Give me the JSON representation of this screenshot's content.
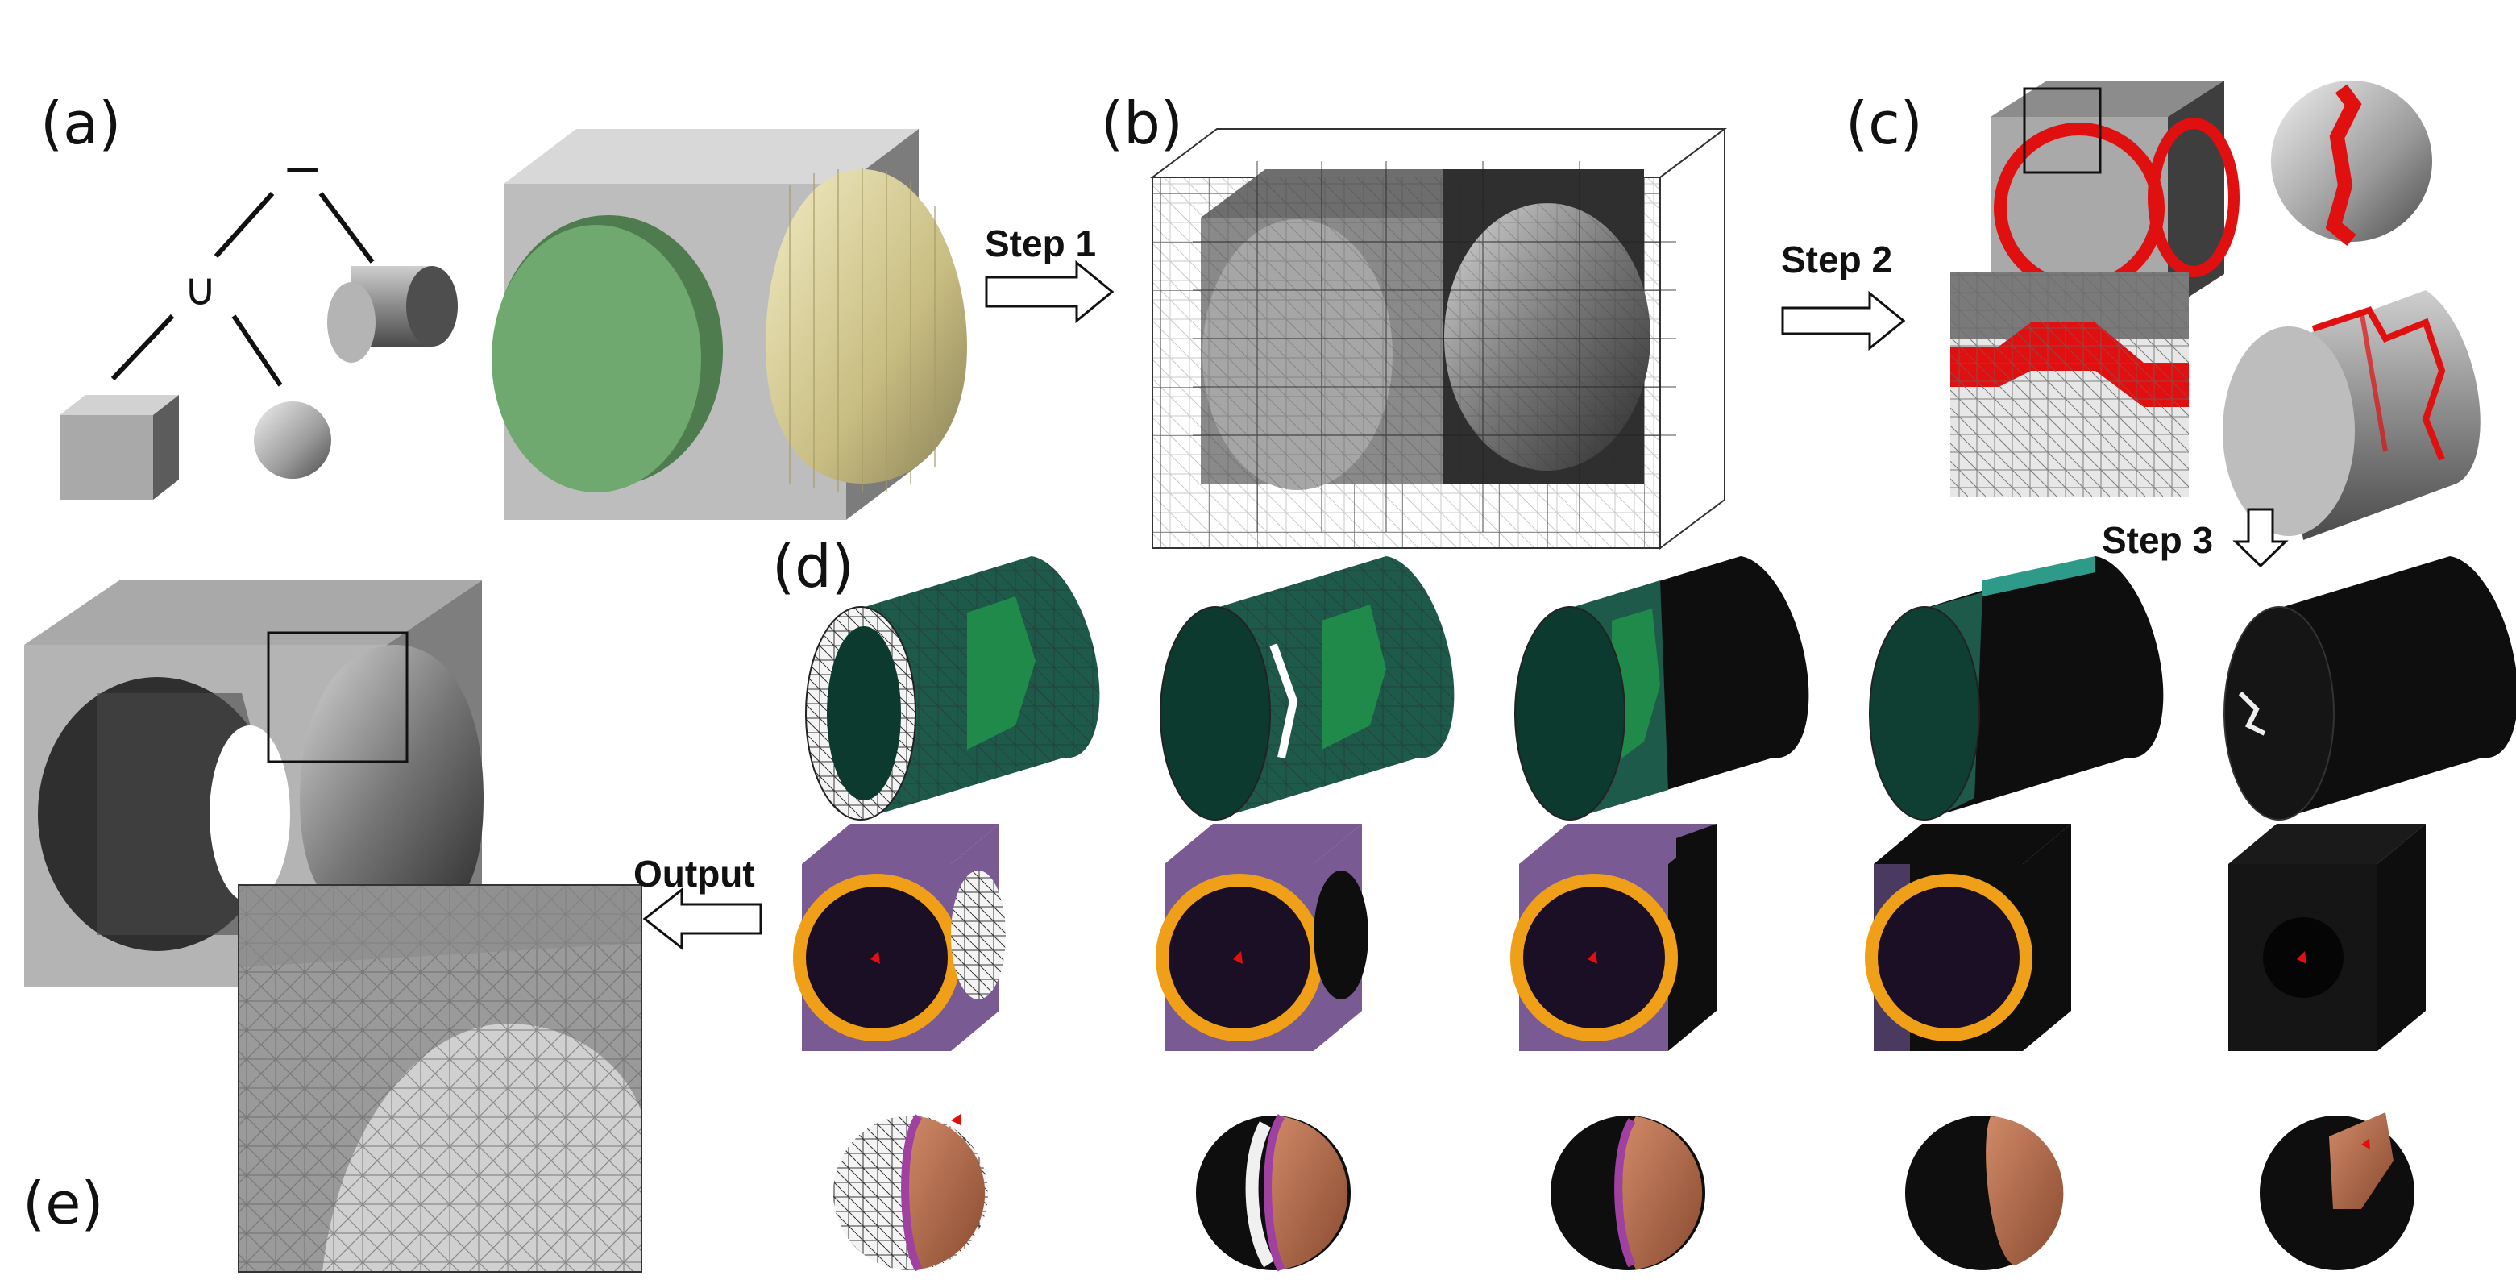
{
  "labels": {
    "a": "(a)",
    "b": "(b)",
    "c": "(c)",
    "d": "(d)",
    "e": "(e)"
  },
  "steps": {
    "step1": "Step 1",
    "step2": "Step 2",
    "step3": "Step 3",
    "output": "Output"
  },
  "csg": {
    "difference": "−",
    "union": "∪"
  },
  "colors": {
    "gray_light": "#bdbdbd",
    "gray_mid": "#8e8e8e",
    "gray_dark": "#4a4a4a",
    "green_disk": "#6fa96f",
    "egg": "#d8cf9a",
    "red": "#e01010",
    "teal": "#1e5a4a",
    "green_mesh": "#1f8a4a",
    "purple": "#7a5a92",
    "orange": "#f0a018",
    "copper": "#b86a48",
    "magenta": "#a040a0",
    "black": "#0e0e0e"
  }
}
